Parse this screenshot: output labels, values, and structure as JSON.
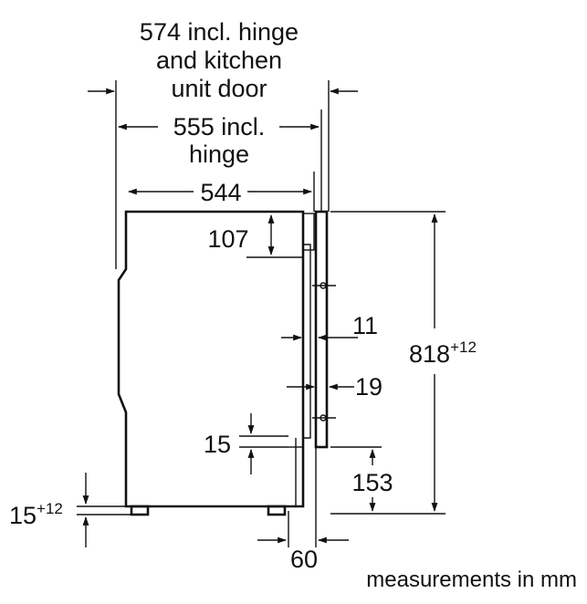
{
  "dimensions": {
    "width_574": {
      "line1": "574 incl. hinge",
      "line2": "and kitchen",
      "line3": "unit door"
    },
    "width_555": {
      "line1": "555 incl.",
      "line2": "hinge"
    },
    "width_544": "544",
    "top_offset": "107",
    "door_gap": "11",
    "door_thickness": "19",
    "height_total": {
      "value": "818",
      "sup": "+12"
    },
    "plinth_step": "15",
    "plinth_height": "153",
    "foot_adjust": {
      "value": "15",
      "sup": "+12"
    },
    "plinth_depth": "60"
  },
  "footer": {
    "units_note": "measurements in mm"
  }
}
